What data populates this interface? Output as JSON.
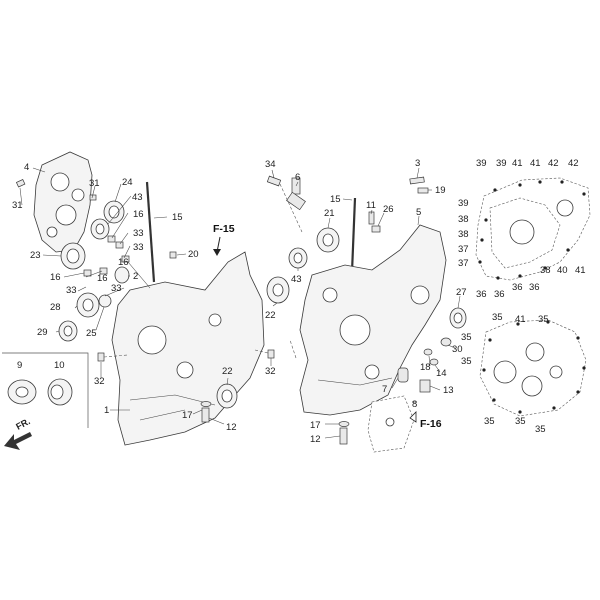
{
  "labels": [
    {
      "id": "l4",
      "text": "4"
    },
    {
      "id": "l31a",
      "text": "31"
    },
    {
      "id": "l31b",
      "text": "31"
    },
    {
      "id": "l24",
      "text": "24"
    },
    {
      "id": "l43a",
      "text": "43"
    },
    {
      "id": "l16a",
      "text": "16"
    },
    {
      "id": "l33a",
      "text": "33"
    },
    {
      "id": "l33b",
      "text": "33"
    },
    {
      "id": "l15a",
      "text": "15"
    },
    {
      "id": "l23",
      "text": "23"
    },
    {
      "id": "l16b",
      "text": "16"
    },
    {
      "id": "l16c",
      "text": "16"
    },
    {
      "id": "l33c",
      "text": "33"
    },
    {
      "id": "l2",
      "text": "2"
    },
    {
      "id": "l33d",
      "text": "33"
    },
    {
      "id": "l28",
      "text": "28"
    },
    {
      "id": "l25",
      "text": "25"
    },
    {
      "id": "l29",
      "text": "29"
    },
    {
      "id": "l20",
      "text": "20"
    },
    {
      "id": "l16d",
      "text": "16"
    },
    {
      "id": "l22a",
      "text": "22"
    },
    {
      "id": "l32a",
      "text": "32"
    },
    {
      "id": "l1",
      "text": "1"
    },
    {
      "id": "l17a",
      "text": "17"
    },
    {
      "id": "l12a",
      "text": "12"
    },
    {
      "id": "l32b",
      "text": "32"
    },
    {
      "id": "l9",
      "text": "9"
    },
    {
      "id": "l10",
      "text": "10"
    },
    {
      "id": "l34",
      "text": "34"
    },
    {
      "id": "l6",
      "text": "6"
    },
    {
      "id": "l15b",
      "text": "15"
    },
    {
      "id": "l3",
      "text": "3"
    },
    {
      "id": "l19",
      "text": "19"
    },
    {
      "id": "l21",
      "text": "21"
    },
    {
      "id": "l11",
      "text": "11"
    },
    {
      "id": "l26",
      "text": "26"
    },
    {
      "id": "l5",
      "text": "5"
    },
    {
      "id": "l43b",
      "text": "43"
    },
    {
      "id": "l22b",
      "text": "22"
    },
    {
      "id": "l27",
      "text": "27"
    },
    {
      "id": "l30",
      "text": "30"
    },
    {
      "id": "l18",
      "text": "18"
    },
    {
      "id": "l14",
      "text": "14"
    },
    {
      "id": "l7",
      "text": "7"
    },
    {
      "id": "l13",
      "text": "13"
    },
    {
      "id": "l8",
      "text": "8"
    },
    {
      "id": "l17b",
      "text": "17"
    },
    {
      "id": "l12b",
      "text": "12"
    },
    {
      "id": "l39a",
      "text": "39"
    },
    {
      "id": "l39b",
      "text": "39"
    },
    {
      "id": "l41a",
      "text": "41"
    },
    {
      "id": "l41b",
      "text": "41"
    },
    {
      "id": "l42a",
      "text": "42"
    },
    {
      "id": "l42b",
      "text": "42"
    },
    {
      "id": "l39c",
      "text": "39"
    },
    {
      "id": "l38a",
      "text": "38"
    },
    {
      "id": "l38b",
      "text": "38"
    },
    {
      "id": "l37a",
      "text": "37"
    },
    {
      "id": "l37b",
      "text": "37"
    },
    {
      "id": "l38c",
      "text": "38"
    },
    {
      "id": "l40",
      "text": "40"
    },
    {
      "id": "l41c",
      "text": "41"
    },
    {
      "id": "l36a",
      "text": "36"
    },
    {
      "id": "l36b",
      "text": "36"
    },
    {
      "id": "l36c",
      "text": "36"
    },
    {
      "id": "l36d",
      "text": "36"
    },
    {
      "id": "l35a",
      "text": "35"
    },
    {
      "id": "l41d",
      "text": "41"
    },
    {
      "id": "l35b",
      "text": "35"
    },
    {
      "id": "l35c",
      "text": "35"
    },
    {
      "id": "l35d",
      "text": "35"
    },
    {
      "id": "l35e",
      "text": "35"
    },
    {
      "id": "l35f",
      "text": "35"
    },
    {
      "id": "l35g",
      "text": "35"
    }
  ],
  "refs": {
    "f15": "F-15",
    "f16": "F-16"
  },
  "front_marker": "FR."
}
